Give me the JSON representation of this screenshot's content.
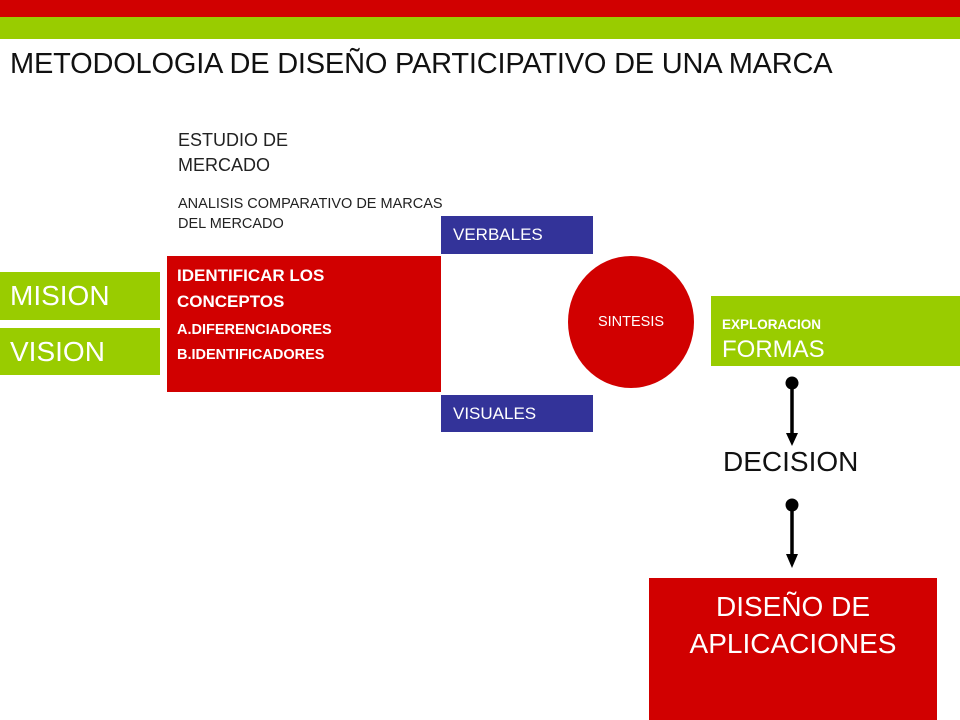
{
  "colors": {
    "red": "#d10000",
    "green": "#99cc00",
    "blue": "#333399",
    "black": "#000000"
  },
  "title": "METODOLOGIA DE DISEÑO PARTICIPATIVO DE UNA MARCA",
  "estudio": "ESTUDIO DE MERCADO",
  "analisis": "ANALISIS COMPARATIVO DE MARCAS DEL MERCADO",
  "mision": "MISION",
  "vision": "VISION",
  "identificar": {
    "heading": "IDENTIFICAR LOS CONCEPTOS",
    "item_a": "A.DIFERENCIADORES",
    "item_b": "B.IDENTIFICADORES"
  },
  "verbales": "VERBALES",
  "visuales": "VISUALES",
  "sintesis": "SINTESIS",
  "exploracion": {
    "line1": "EXPLORACION",
    "line2": "FORMAS"
  },
  "decision": "DECISION",
  "disenio": "DISEÑO DE APLICACIONES"
}
